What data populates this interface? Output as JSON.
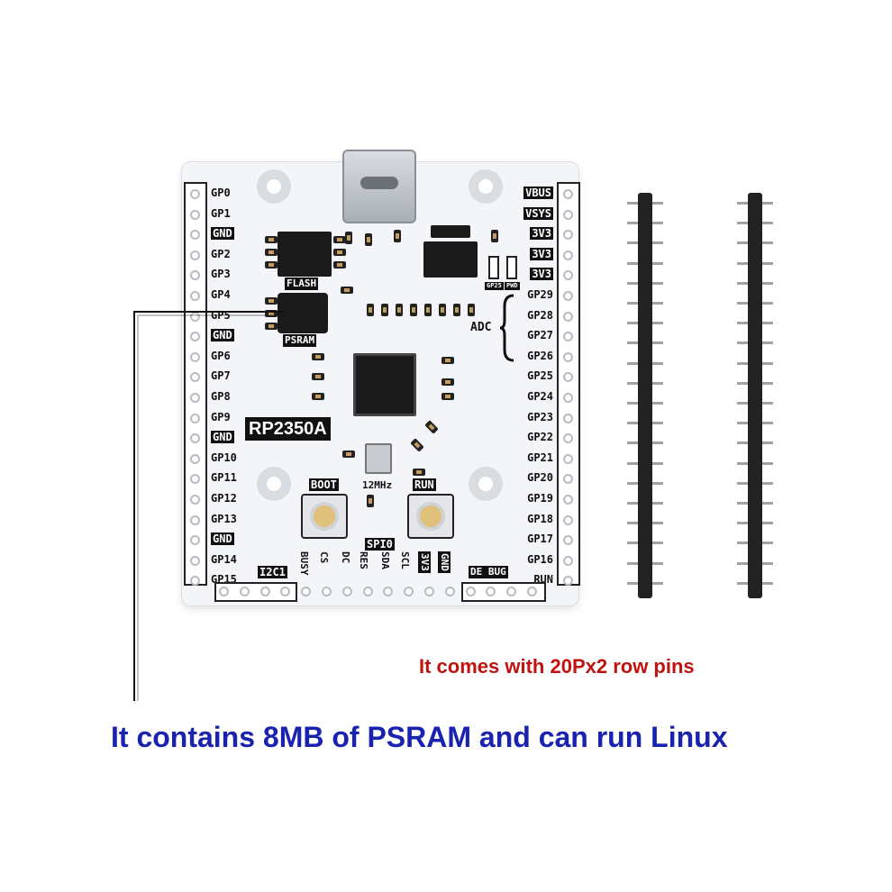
{
  "board": {
    "left_pins": [
      "GP0",
      "GP1",
      "GND",
      "GP2",
      "GP3",
      "GP4",
      "GP5",
      "GND",
      "GP6",
      "GP7",
      "GP8",
      "GP9",
      "GND",
      "GP10",
      "GP11",
      "GP12",
      "GP13",
      "GND",
      "GP14",
      "GP15"
    ],
    "right_pins": [
      "VBUS",
      "VSYS",
      "3V3",
      "3V3",
      "3V3",
      "GP29",
      "GP28",
      "GP27",
      "GP26",
      "GP25",
      "GP24",
      "GP23",
      "GP22",
      "GP21",
      "GP20",
      "GP19",
      "GP18",
      "GP17",
      "GP16",
      "RUN"
    ],
    "chip_name": "RP2350A",
    "flash_label": "FLASH",
    "psram_label": "PSRAM",
    "adc_label": "ADC",
    "crystal_label": "12MHz",
    "boot_label": "BOOT",
    "run_label": "RUN",
    "led_labels": [
      "GP25",
      "PWD"
    ],
    "i2c_label": "I2C1",
    "spi_label": "SPI0",
    "debug_label": "DE BUG",
    "bottom_labels": [
      "BUSY",
      "CS",
      "DC",
      "RES",
      "SDA",
      "SCL",
      "3V3",
      "GND"
    ]
  },
  "captions": {
    "pins": "It comes with 20Px2 row pins",
    "psram": "It contains 8MB of PSRAM and can run Linux"
  },
  "colors": {
    "caption_red": "#c0130f",
    "caption_blue": "#1a22b0"
  }
}
